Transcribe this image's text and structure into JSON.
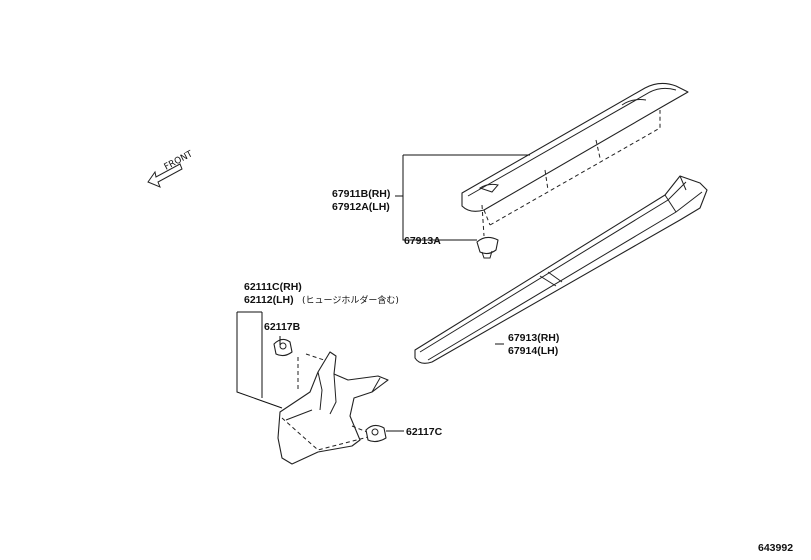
{
  "front_arrow": {
    "label": "FRONT",
    "icon": "front-arrow-icon"
  },
  "callouts": {
    "upper_molding_rh": "67911B(RH)",
    "upper_molding_lh": "67912A(LH)",
    "upper_clip": "67913A",
    "sill_plate_rh": "67913(RH)",
    "sill_plate_lh": "67914(LH)",
    "cowl_trim_rh": "62111C(RH)",
    "cowl_trim_lh": "62112(LH)",
    "cowl_trim_note": "(ヒュージホルダー含む)",
    "clip_b": "62117B",
    "clip_c": "62117C"
  },
  "diagram_id": "643992"
}
